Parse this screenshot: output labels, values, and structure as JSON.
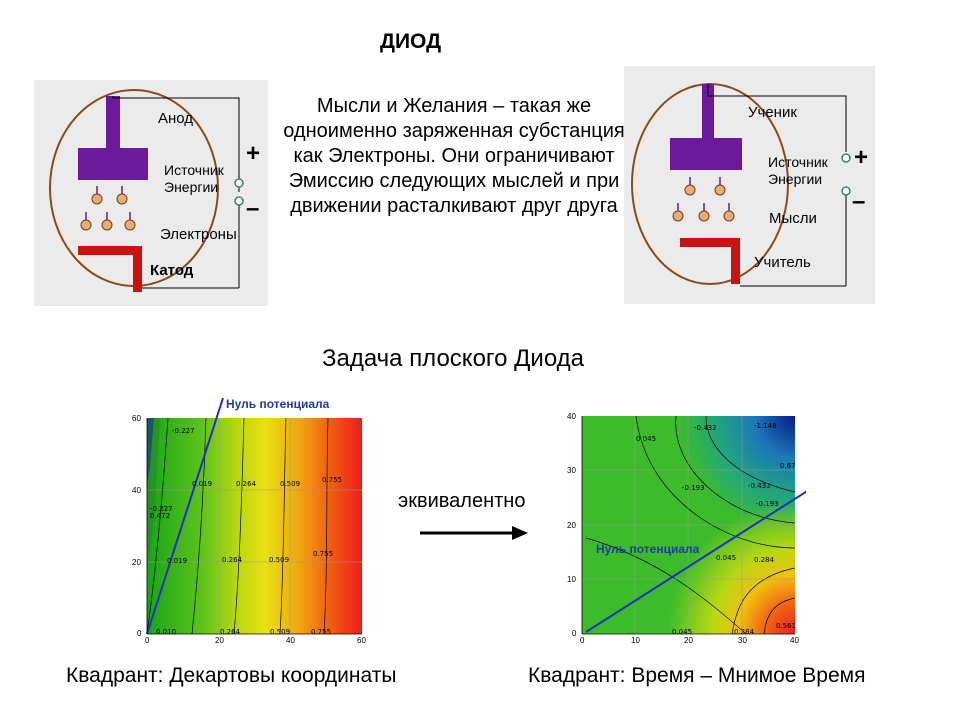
{
  "title": "ДИОД",
  "paragraph": "Мысли и Желания – такая же одноименно заряженная субстанция как Электроны. Они ограничивают Эмиссию следующих мыслей и при движении расталкивают друг друга",
  "left_diagram": {
    "anode": "Анод",
    "source_line1": "Источник",
    "source_line2": "Энергии",
    "electrons": "Электроны",
    "cathode": "Катод",
    "plus": "+",
    "minus": "–"
  },
  "right_diagram": {
    "student": "Ученик",
    "source_line1": "Источник",
    "source_line2": "Энергии",
    "thoughts": "Мысли",
    "teacher": "Учитель",
    "plus": "+",
    "minus": "–"
  },
  "subtitle": "Задача плоского Диода",
  "equivalent": "эквивалентно",
  "left_plot": {
    "null_label": "Нуль потенциала",
    "x_ticks": [
      "0",
      "20",
      "40",
      "60"
    ],
    "y_ticks": [
      "0",
      "20",
      "40",
      "60"
    ],
    "contour_labels": [
      "-0.227",
      "0.019",
      "0.264",
      "0.509",
      "0.755",
      "0.019",
      "0.264",
      "0.509",
      "0.755",
      "0.010",
      "0.264",
      "0.509",
      "0.755",
      "-0.227",
      "0.472"
    ],
    "caption": "Квадрант: Декартовы координаты"
  },
  "right_plot": {
    "null_label": "Нуль потенциала",
    "x_ticks": [
      "0",
      "10",
      "20",
      "30",
      "40"
    ],
    "y_ticks": [
      "0",
      "10",
      "20",
      "30",
      "40"
    ],
    "contour_labels": [
      "-1.148",
      "-0.432",
      "-0.193",
      "-0.193",
      "-0.432",
      "0.045",
      "0.045",
      "0.284",
      "0.67",
      "0.045",
      "0.284",
      "0.561"
    ],
    "caption": "Квадрант: Время – Мнимое Время"
  },
  "colors": {
    "anode": "#6a1a9a",
    "cathode": "#cc1111",
    "bulb": "#8a4a1a",
    "null_line": "#1f2fc8"
  }
}
